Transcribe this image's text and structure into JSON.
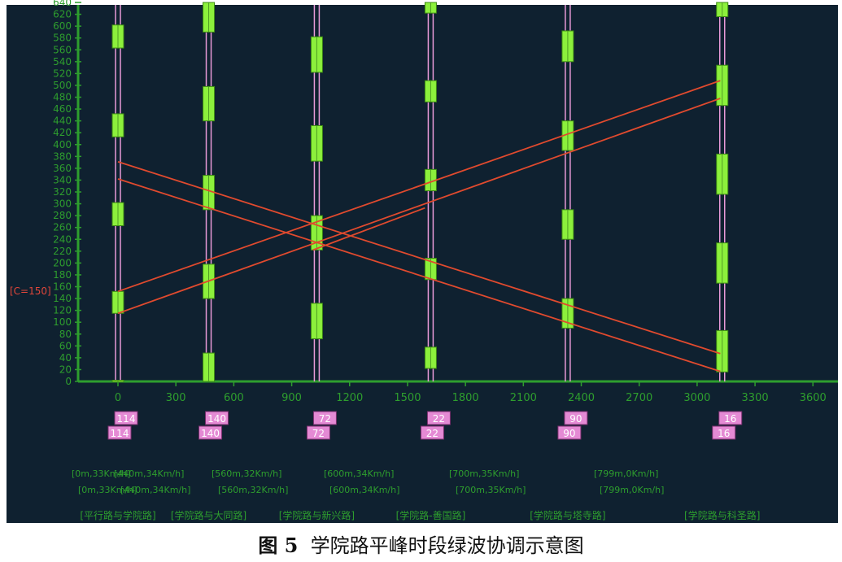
{
  "chart_data": {
    "type": "green-wave",
    "cycle_label": "[C=150]",
    "yticks": [
      0,
      20,
      40,
      60,
      80,
      100,
      120,
      140,
      160,
      180,
      200,
      220,
      240,
      260,
      280,
      300,
      320,
      340,
      360,
      380,
      400,
      420,
      440,
      460,
      480,
      500,
      520,
      540,
      560,
      580,
      600,
      620,
      640
    ],
    "xticks": [
      0,
      300,
      600,
      900,
      1200,
      1500,
      1800,
      2100,
      2400,
      2700,
      3000,
      3300,
      3600
    ],
    "ylim": [
      0,
      640
    ],
    "xlim": [
      -220,
      3700
    ],
    "intersections": [
      {
        "name": "[平行路与学院路]",
        "x": 0,
        "offset_top": "114",
        "offset_bottom": "114",
        "seg_top": "[0m,33Km/h]",
        "seg_top2": "[440m,34Km/h]",
        "seg_bot": "[0m,33Km/h]",
        "seg_bot2": "[440m,34Km/h]",
        "greens": [
          [
            0,
            2
          ],
          [
            115,
            152
          ],
          [
            263,
            302
          ],
          [
            413,
            452
          ],
          [
            563,
            602
          ]
        ]
      },
      {
        "name": "[学院路与大同路]",
        "x": 470,
        "offset_top": "140",
        "offset_bottom": "140",
        "seg_top": "[560m,32Km/h]",
        "seg_bot": "[560m,32Km/h]",
        "greens": [
          [
            0,
            48
          ],
          [
            140,
            198
          ],
          [
            290,
            348
          ],
          [
            440,
            498
          ],
          [
            590,
            640
          ]
        ]
      },
      {
        "name": "[学院路与新兴路]",
        "x": 1030,
        "offset_top": "72",
        "offset_bottom": "72",
        "seg_top": "[600m,34Km/h]",
        "seg_bot": "[600m,34Km/h]",
        "greens": [
          [
            72,
            132
          ],
          [
            222,
            280
          ],
          [
            372,
            432
          ],
          [
            522,
            582
          ]
        ]
      },
      {
        "name": "[学院路-善国路]",
        "x": 1620,
        "offset_top": "22",
        "offset_bottom": "22",
        "seg_top": "[700m,35Km/h]",
        "seg_bot": "[700m,35Km/h]",
        "greens": [
          [
            22,
            58
          ],
          [
            172,
            208
          ],
          [
            322,
            358
          ],
          [
            472,
            508
          ],
          [
            622,
            640
          ]
        ]
      },
      {
        "name": "[学院路与塔寺路]",
        "x": 2330,
        "offset_top": "90",
        "offset_bottom": "90",
        "seg_top": "[799m,0Km/h]",
        "seg_bot": "[799m,0Km/h]",
        "greens": [
          [
            90,
            140
          ],
          [
            240,
            290
          ],
          [
            390,
            440
          ],
          [
            540,
            592
          ]
        ]
      },
      {
        "name": "[学院路与科圣路]",
        "x": 3130,
        "offset_top": "16",
        "offset_bottom": "16",
        "greens": [
          [
            16,
            86
          ],
          [
            166,
            234
          ],
          [
            316,
            384
          ],
          [
            466,
            534
          ],
          [
            616,
            640
          ]
        ]
      }
    ],
    "bands": [
      {
        "direction": "inbound",
        "x0": 0,
        "y0": 371,
        "x1": 3120,
        "y1": 47
      },
      {
        "direction": "inbound",
        "x0": 0,
        "y0": 342,
        "x1": 3120,
        "y1": 17
      },
      {
        "direction": "outbound",
        "x0": 0,
        "y0": 152,
        "x1": 3120,
        "y1": 508
      },
      {
        "direction": "outbound",
        "x0": 0,
        "y0": 115,
        "x1": 3120,
        "y1": 478
      },
      {
        "direction": "outbound",
        "x0": 1010,
        "y0": 222,
        "x1": 1590,
        "y1": 293
      }
    ]
  },
  "caption": {
    "fig_label": "图 5",
    "text": "学院路平峰时段绿波协调示意图"
  },
  "colors": {
    "background": "#0f2130",
    "axis": "#2e9e2e",
    "green_phase": "#8cf03c",
    "band": "#e04a2e",
    "signal_line": "#e89ad8",
    "offset_box": "#e48ad4"
  }
}
